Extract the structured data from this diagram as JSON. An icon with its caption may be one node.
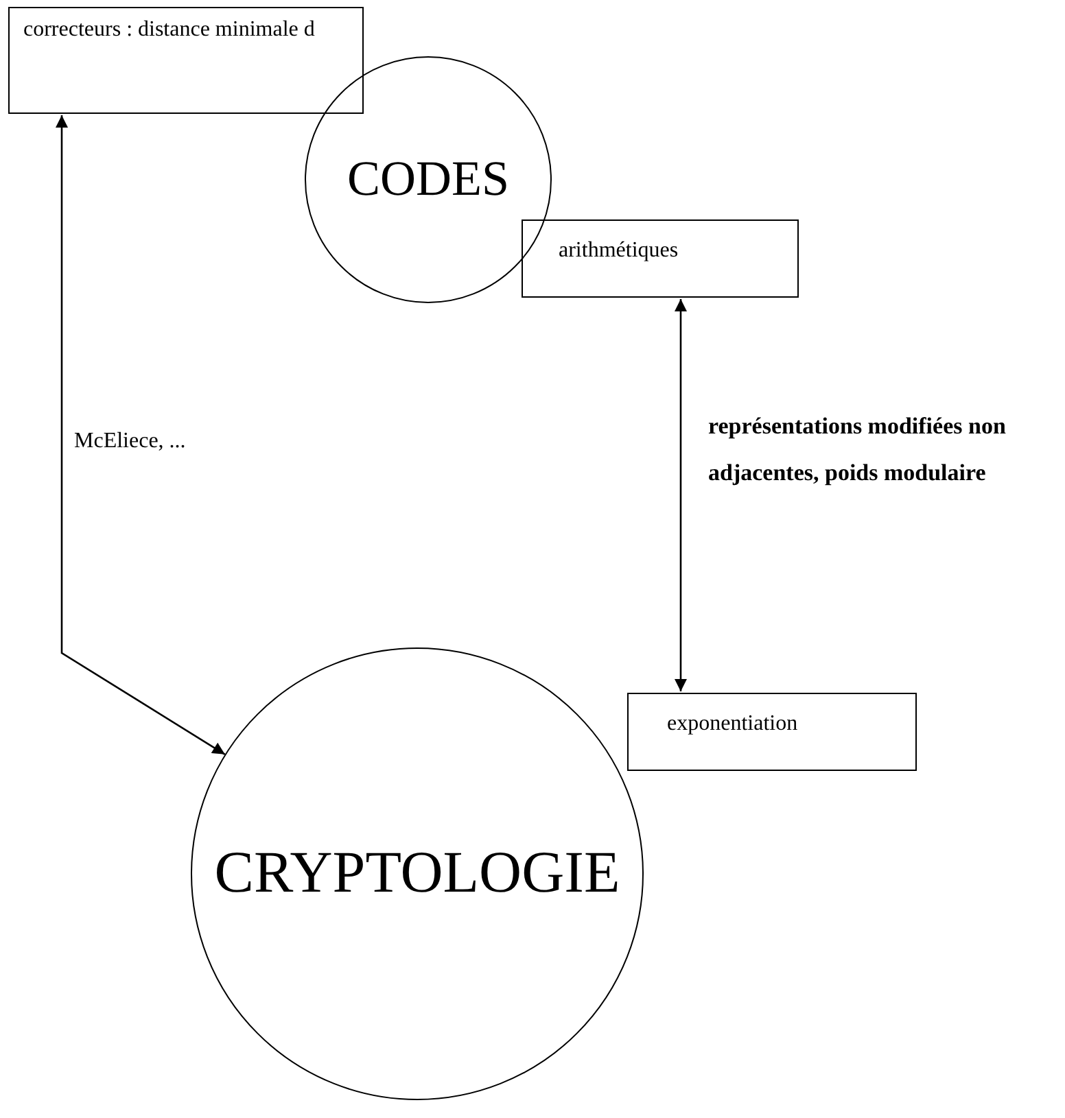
{
  "diagram": {
    "nodes": [
      {
        "text": [
          "correcteurs : distance minimale d"
        ]
      },
      {
        "text": [
          "CODES"
        ]
      },
      {
        "text": [
          "arithmétiques"
        ]
      },
      {
        "text": [
          "CRYPTOLOGIE"
        ]
      },
      {
        "text": [
          "exponentiation"
        ]
      }
    ],
    "edges": [
      {
        "from": 0,
        "to": 3,
        "arrow": "both",
        "label": "McEliece, ..."
      },
      {
        "from": 2,
        "to": 4,
        "arrow": "both",
        "label": "représentations modifiées non adjacentes, poids modulaire"
      }
    ]
  }
}
